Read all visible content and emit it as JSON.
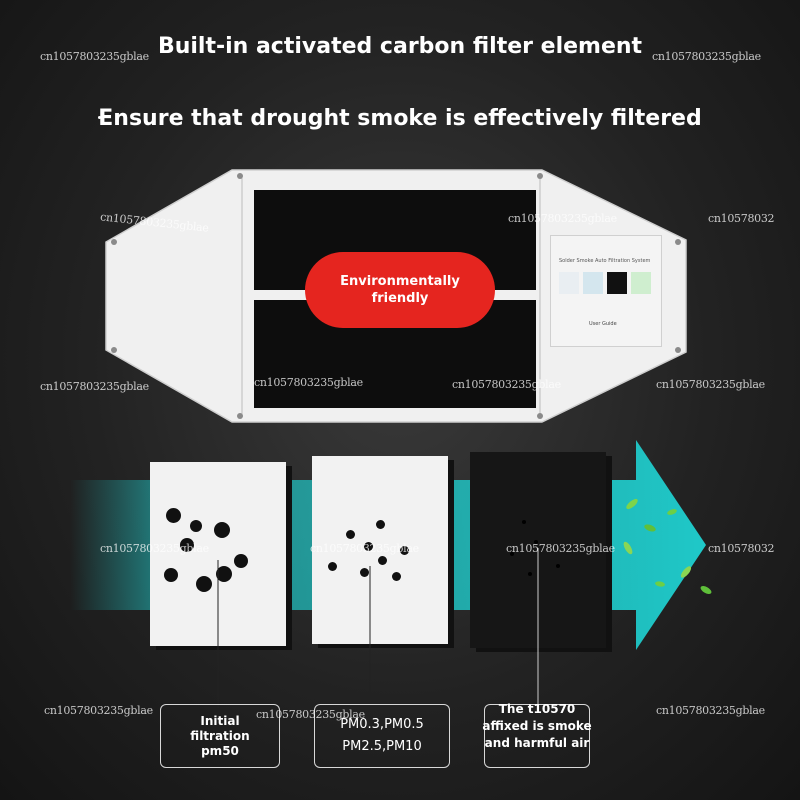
{
  "headline": "Built-in activated carbon filter element",
  "subheadline": "Ensure that drought smoke is effectively filtered",
  "badge": {
    "line1": "Environmentally",
    "line2": "friendly"
  },
  "label_card": {
    "title": "Solder Smoke Auto Filtration System",
    "guide": "User Guide"
  },
  "stages": [
    {
      "line1": "Initial",
      "line2": "filtration",
      "line3": "pm50"
    },
    {
      "line1": "PM0.3,PM0.5",
      "line2": "PM2.5,PM10"
    },
    {
      "line1": "The t10570",
      "line2": "affixed is smoke",
      "line3": "and harmful air"
    }
  ],
  "watermark": "cn1057803235gblae",
  "watermark_short": "cn10578032",
  "colors": {
    "badge": "#e5251f",
    "airflow": "#1fd1d1",
    "background": "#222222"
  }
}
